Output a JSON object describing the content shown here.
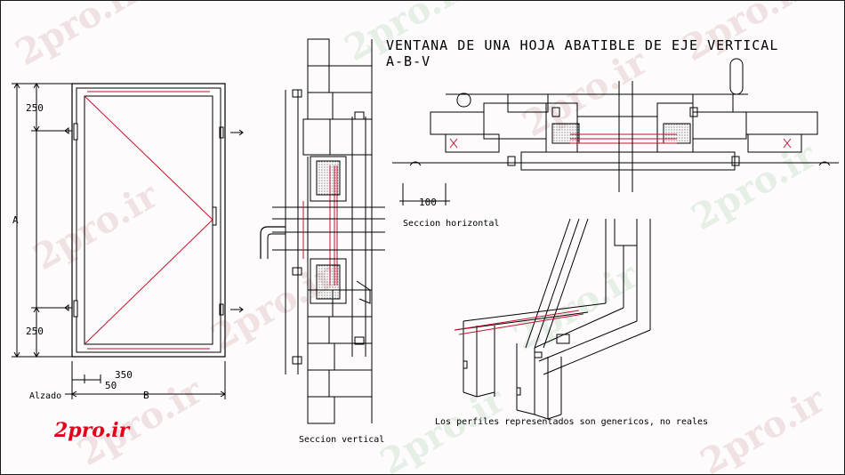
{
  "title": {
    "line1": "VENTANA DE UNA HOJA ABATIBLE DE EJE VERTICAL",
    "line2": "A-B-V"
  },
  "labels": {
    "alzado": "Alzado",
    "seccion_horizontal": "Seccion horizontal",
    "seccion_vertical": "Seccion vertical",
    "nota": "Los perfiles representados son genericos, no reales"
  },
  "dimensions": {
    "top_250": "250",
    "bottom_250": "250",
    "a": "A",
    "b": "B",
    "d350": "350",
    "d50": "50",
    "d100": "100"
  },
  "watermark": "2pro.ir",
  "logo": "2pro.ir",
  "colors": {
    "line": "#000000",
    "red": "#c8102e",
    "wall_fill": "#ffffff",
    "logo": "#e2001a",
    "watermark": "#f0e2e2"
  }
}
